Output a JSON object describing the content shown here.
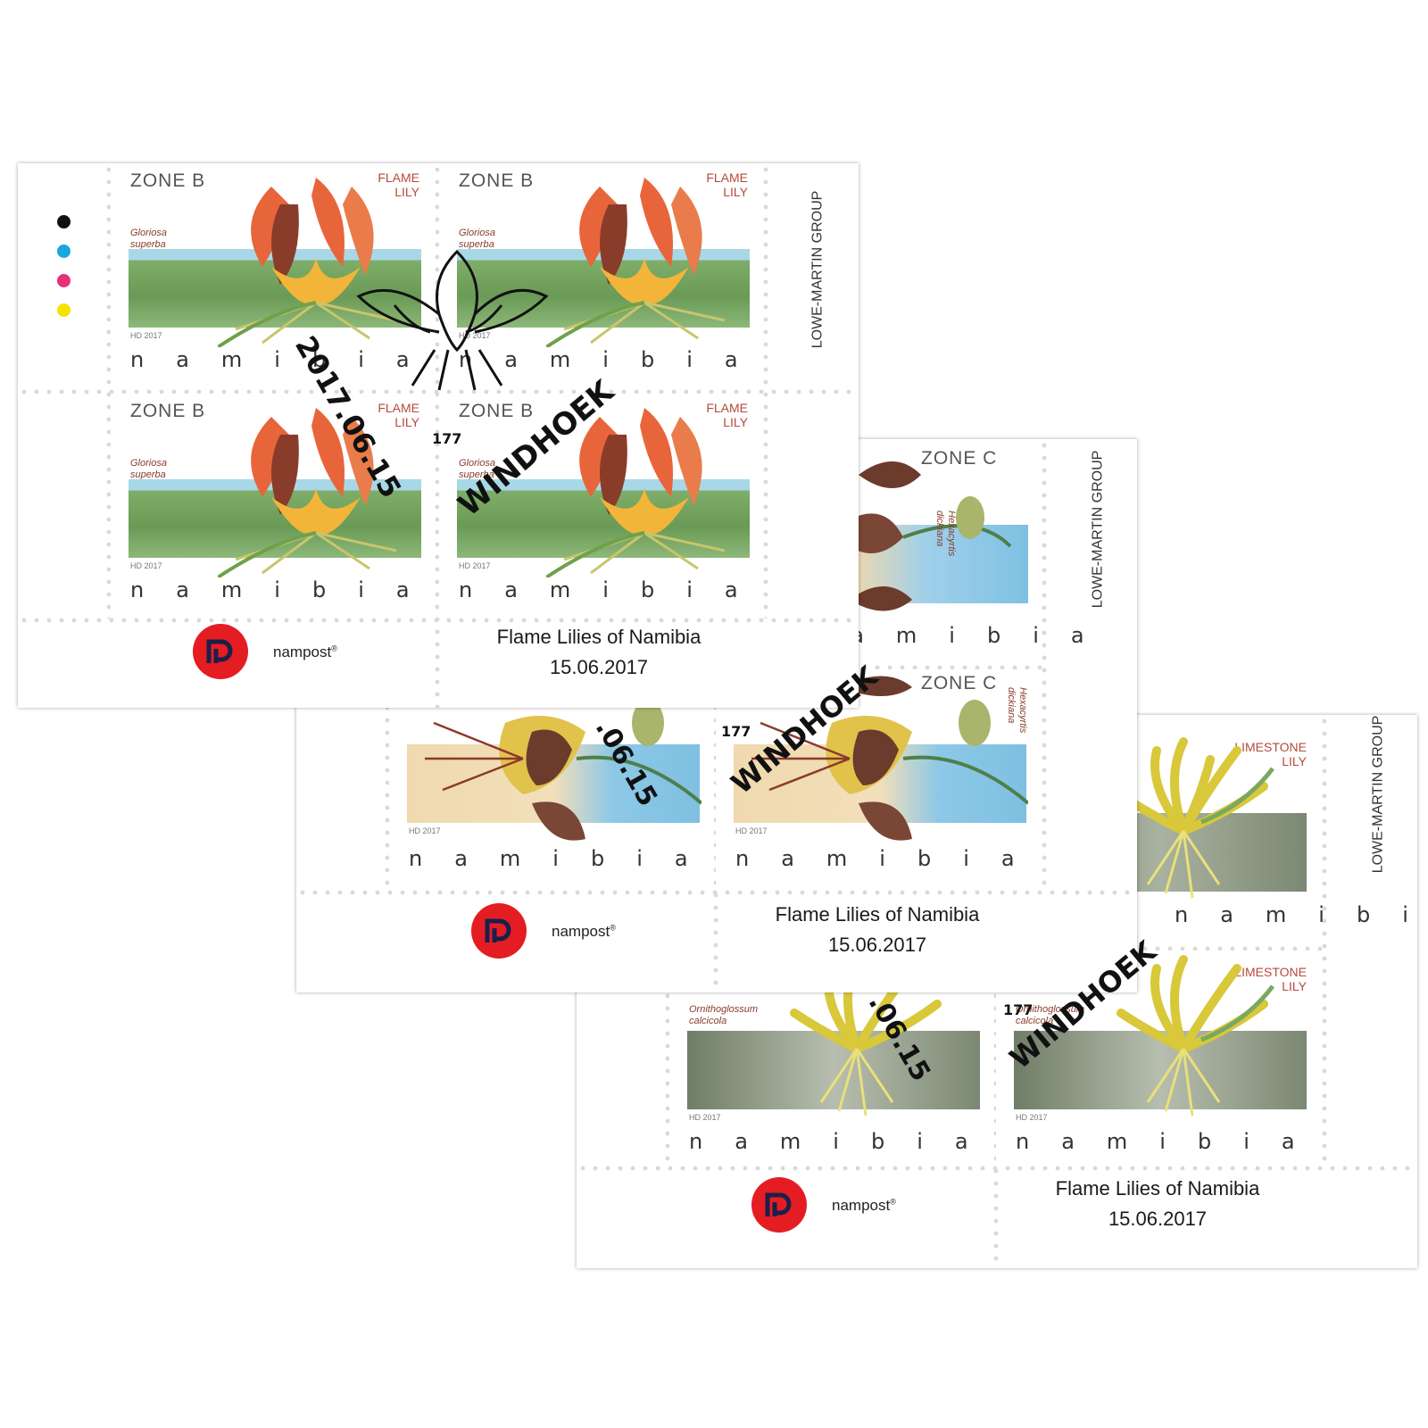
{
  "sheets": [
    {
      "zone": "ZONE B",
      "common_name": [
        "FLAME",
        "LILY"
      ],
      "scientific_name": [
        "Gloriosa",
        "superba"
      ],
      "designer": "HD 2017",
      "country": "namibia",
      "printer": "LOWE-MARTIN GROUP",
      "issue_title": "Flame Lilies of Namibia",
      "issue_date": "15.06.2017",
      "brand": "nampost",
      "flower_color": "#e8653b",
      "scene_color": "#7fae6a"
    },
    {
      "zone": "ZONE C",
      "common_name": [
        "",
        ""
      ],
      "scientific_name": [
        "Hexacyrtis",
        "dickiana"
      ],
      "designer": "HD 2017",
      "country": "namibia",
      "printer": "LOWE-MARTIN GROUP",
      "issue_title": "Flame Lilies of Namibia",
      "issue_date": "15.06.2017",
      "brand": "nampost",
      "flower_color": "#6b3b2c",
      "scene_color": "#8fc6e0"
    },
    {
      "zone": "",
      "common_name": [
        "LIMESTONE",
        "LILY"
      ],
      "scientific_name": [
        "Ornithoglossum",
        "calcicola"
      ],
      "designer": "HD 2017",
      "country": "namibia",
      "printer": "LOWE-MARTIN GROUP",
      "issue_title": "Flame Lilies of Namibia",
      "issue_date": "15.06.2017",
      "brand": "nampost",
      "flower_color": "#e6dc5a",
      "scene_color": "#8d9a86"
    }
  ],
  "postmark": {
    "date": "2017.06.15",
    "date_partial": ".06.15",
    "city": "WINDHOEK",
    "code": "177"
  },
  "color_registration": [
    "#111111",
    "#17a7dc",
    "#e5307a",
    "#f5e200"
  ],
  "brand_symbol": "®"
}
